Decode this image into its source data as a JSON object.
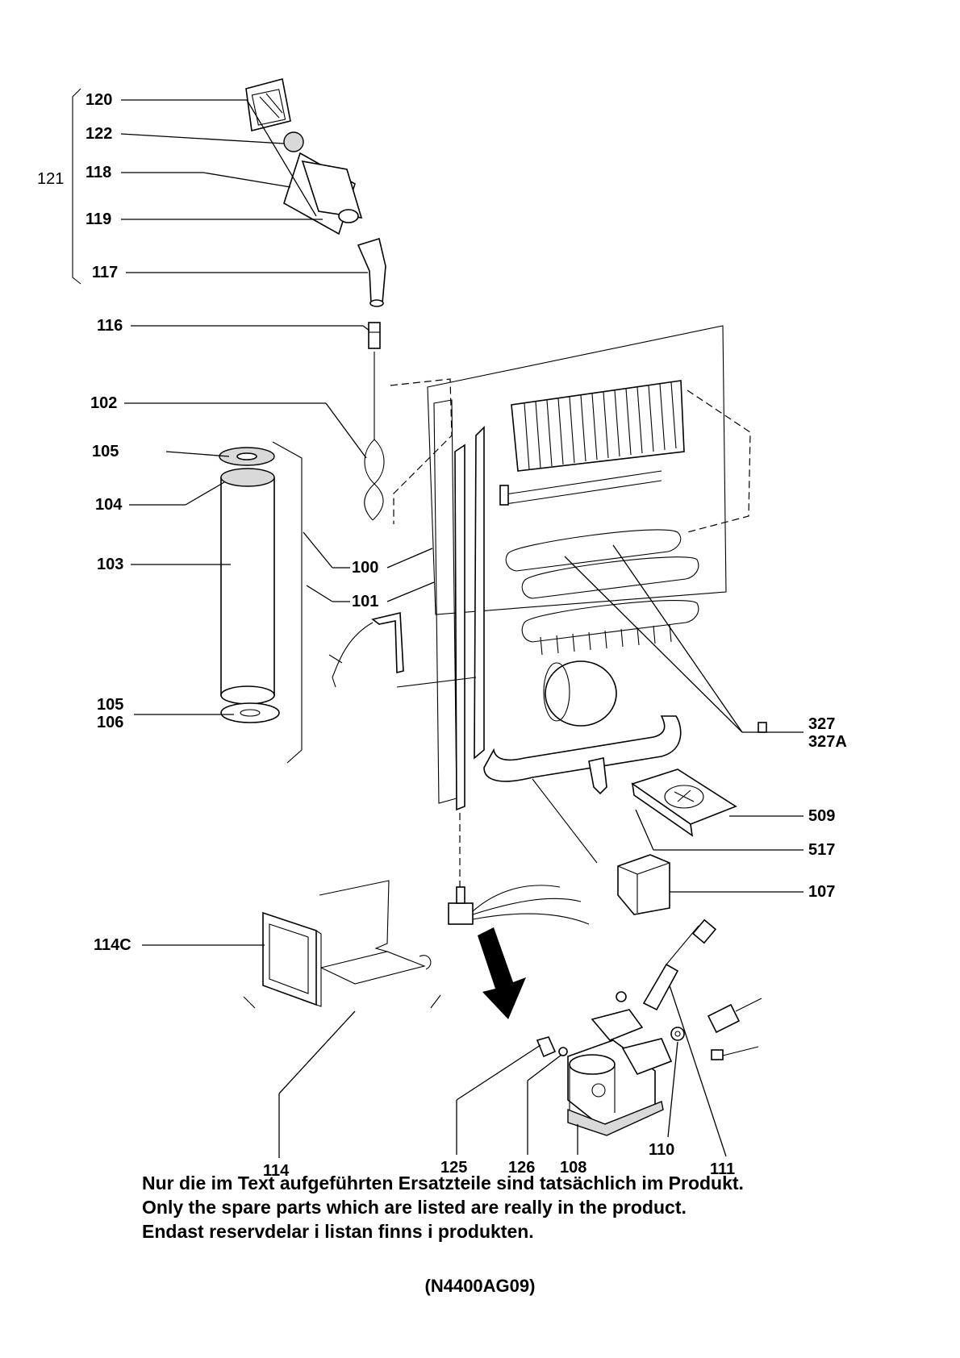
{
  "parts": [
    {
      "id": "120",
      "label": "120"
    },
    {
      "id": "122",
      "label": "122"
    },
    {
      "id": "121",
      "label": "121"
    },
    {
      "id": "118",
      "label": "118"
    },
    {
      "id": "119",
      "label": "119"
    },
    {
      "id": "117",
      "label": "117"
    },
    {
      "id": "116",
      "label": "116"
    },
    {
      "id": "102",
      "label": "102"
    },
    {
      "id": "105a",
      "label": "105"
    },
    {
      "id": "104",
      "label": "104"
    },
    {
      "id": "103",
      "label": "103"
    },
    {
      "id": "100",
      "label": "100"
    },
    {
      "id": "101",
      "label": "101"
    },
    {
      "id": "105b",
      "label": "105"
    },
    {
      "id": "106",
      "label": "106"
    },
    {
      "id": "327",
      "label": "327"
    },
    {
      "id": "327A",
      "label": "327A"
    },
    {
      "id": "509",
      "label": "509"
    },
    {
      "id": "517",
      "label": "517"
    },
    {
      "id": "107",
      "label": "107"
    },
    {
      "id": "114C",
      "label": "114C"
    },
    {
      "id": "114",
      "label": "114"
    },
    {
      "id": "125",
      "label": "125"
    },
    {
      "id": "126",
      "label": "126"
    },
    {
      "id": "108",
      "label": "108"
    },
    {
      "id": "110",
      "label": "110"
    },
    {
      "id": "111",
      "label": "111"
    }
  ],
  "notes": [
    "Nur die im Text aufgeführten Ersatzteile sind tatsächlich im Produkt.",
    "Only the spare parts which are listed are really in the product.",
    "Endast reservdelar i listan finns i produkten."
  ],
  "drawing_code": "(N4400AG09)"
}
